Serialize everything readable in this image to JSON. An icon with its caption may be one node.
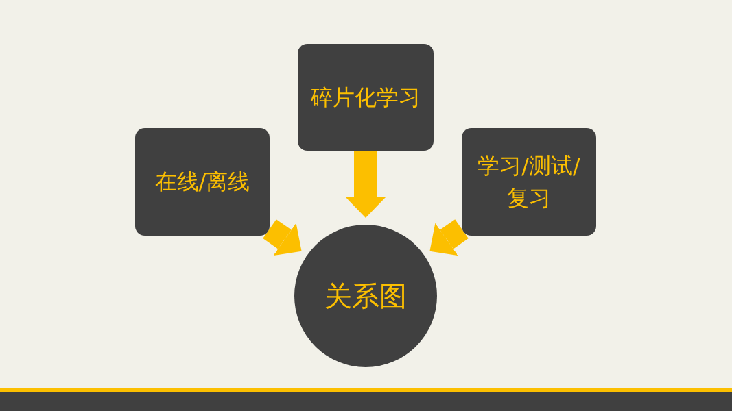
{
  "diagram": {
    "nodes": [
      {
        "text": [
          "碎片化学习"
        ]
      },
      {
        "text": [
          "在线/离线"
        ]
      },
      {
        "text": [
          "学习/测试/复习"
        ]
      },
      {
        "text": [
          "关系图"
        ]
      }
    ],
    "edges": [
      {
        "from": 0,
        "to": 3,
        "arrow": "to"
      },
      {
        "from": 1,
        "to": 3,
        "arrow": "to"
      },
      {
        "from": 2,
        "to": 3,
        "arrow": "to"
      }
    ]
  }
}
